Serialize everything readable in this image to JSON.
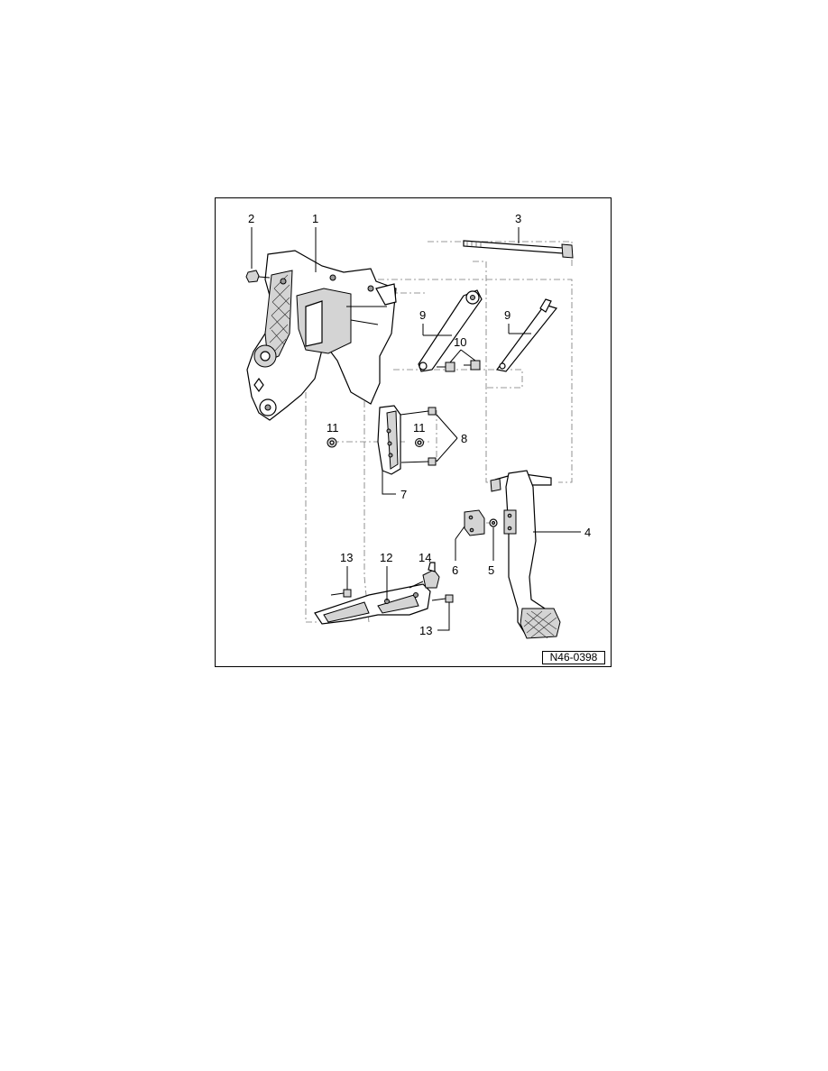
{
  "diagram": {
    "reference_code": "N46-0398",
    "callouts": [
      "1",
      "2",
      "3",
      "4",
      "5",
      "6",
      "7",
      "8",
      "9",
      "9",
      "10",
      "11",
      "11",
      "12",
      "13",
      "13",
      "14"
    ]
  }
}
